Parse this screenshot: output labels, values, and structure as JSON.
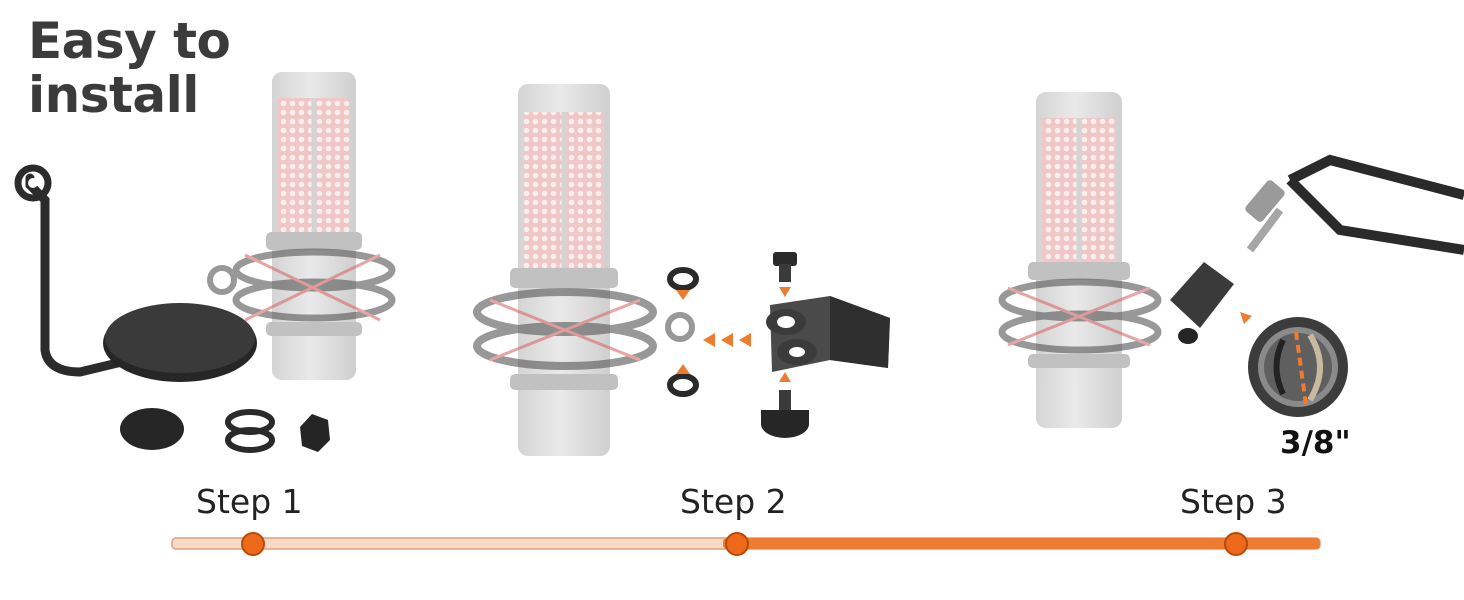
{
  "title": {
    "line1": "Easy to",
    "line2": "install"
  },
  "thread_label": "3/8\"",
  "steps": [
    {
      "label": "Step 1"
    },
    {
      "label": "Step 2"
    },
    {
      "label": "Step 3"
    }
  ],
  "timeline": {
    "progress_fraction": 0.48
  },
  "colors": {
    "accent": "#ee7c30",
    "accent_light": "#f7d9c4",
    "accent_dark": "#c85410",
    "title": "#3b3b3b",
    "mic_body": "#c8c8c8",
    "mic_grille": "#e88d8d",
    "hardware": "#2e2e2e"
  },
  "icons": [
    "pop-filter-icon",
    "microphone-icon",
    "shock-mount-icon",
    "adapter-icon",
    "boom-arm-icon",
    "thread-closeup-icon",
    "arrow-icon"
  ]
}
